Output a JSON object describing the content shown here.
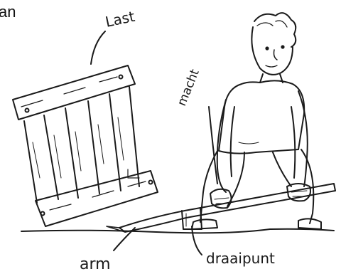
{
  "partial_text": "an",
  "labels": {
    "load": "Last",
    "effort": "macht",
    "arm": "arm",
    "fulcrum": "draaipunt"
  },
  "colors": {
    "ink": "#1a1a1a",
    "paper": "#ffffff"
  }
}
